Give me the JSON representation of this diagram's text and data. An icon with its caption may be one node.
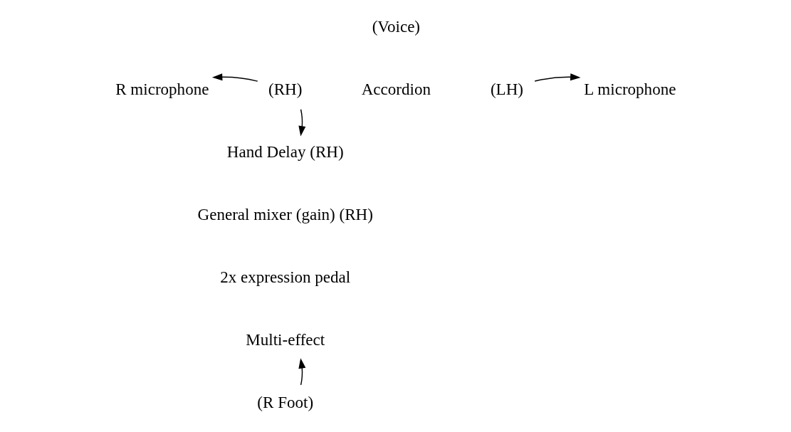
{
  "diagram": {
    "nodes": [
      {
        "text": [
          "R microphone"
        ]
      },
      {
        "text": [
          "(RH)"
        ]
      },
      {
        "text": [
          "(LH)"
        ]
      },
      {
        "text": [
          "L microphone"
        ]
      },
      {
        "text": [
          "Hand Delay (RH)"
        ]
      },
      {
        "text": [
          "Multi-effect"
        ]
      },
      {
        "text": [
          "(R Foot)"
        ]
      }
    ],
    "edges": [
      {
        "from": 1,
        "to": 0,
        "arrow": "to"
      },
      {
        "from": 2,
        "to": 3,
        "arrow": "to"
      },
      {
        "from": 1,
        "to": 4,
        "arrow": "to"
      },
      {
        "from": 6,
        "to": 5,
        "arrow": "to"
      }
    ],
    "labels": [
      "(Voice)",
      "Accordion",
      "General mixer (gain) (RH)",
      "2x expression pedal"
    ]
  }
}
